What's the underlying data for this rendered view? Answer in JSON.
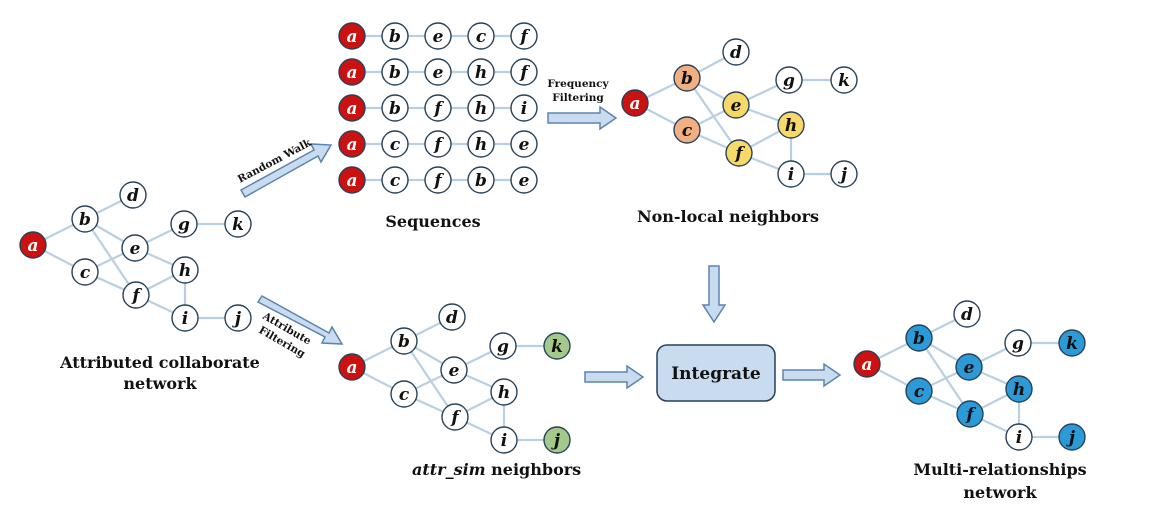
{
  "colors": {
    "seed": "#cc1111",
    "white": "#ffffff",
    "orange": "#f0b084",
    "yellow": "#f7d96a",
    "green": "#a5c98a",
    "blue": "#2b9ad6",
    "box_fill": "#c9dbee",
    "arrow_fill": "#c9dbee",
    "arrow_stroke": "#5b84b1"
  },
  "captions": {
    "attributed_line1": "Attributed collaborate",
    "attributed_line2": "network",
    "sequences": "Sequences",
    "nonlocal": "Non-local neighbors",
    "attr_sim_italic": "attr_sim",
    "attr_sim_rest": " neighbors",
    "multi_line1": "Multi-relationships",
    "multi_line2": "network"
  },
  "arrow_labels": {
    "random_walk": "Random Walk",
    "frequency_line1": "Frequency",
    "frequency_line2": "Filtering",
    "attribute_line1": "Attribute",
    "attribute_line2": "Filtering"
  },
  "integrate_box": {
    "label": "Integrate"
  },
  "graphs": {
    "attributed": {
      "nodes": [
        {
          "id": "a",
          "color": "seed"
        },
        {
          "id": "b",
          "color": "white"
        },
        {
          "id": "c",
          "color": "white"
        },
        {
          "id": "d",
          "color": "white"
        },
        {
          "id": "e",
          "color": "white"
        },
        {
          "id": "f",
          "color": "white"
        },
        {
          "id": "g",
          "color": "white"
        },
        {
          "id": "h",
          "color": "white"
        },
        {
          "id": "i",
          "color": "white"
        },
        {
          "id": "j",
          "color": "white"
        },
        {
          "id": "k",
          "color": "white"
        }
      ]
    },
    "nonlocal": {
      "nodes": [
        {
          "id": "a",
          "color": "seed"
        },
        {
          "id": "b",
          "color": "orange"
        },
        {
          "id": "c",
          "color": "orange"
        },
        {
          "id": "d",
          "color": "white"
        },
        {
          "id": "e",
          "color": "yellow"
        },
        {
          "id": "f",
          "color": "yellow"
        },
        {
          "id": "g",
          "color": "white"
        },
        {
          "id": "h",
          "color": "yellow"
        },
        {
          "id": "i",
          "color": "white"
        },
        {
          "id": "j",
          "color": "white"
        },
        {
          "id": "k",
          "color": "white"
        }
      ]
    },
    "attr_sim": {
      "nodes": [
        {
          "id": "a",
          "color": "seed"
        },
        {
          "id": "b",
          "color": "white"
        },
        {
          "id": "c",
          "color": "white"
        },
        {
          "id": "d",
          "color": "white"
        },
        {
          "id": "e",
          "color": "white"
        },
        {
          "id": "f",
          "color": "white"
        },
        {
          "id": "g",
          "color": "white"
        },
        {
          "id": "h",
          "color": "white"
        },
        {
          "id": "i",
          "color": "white"
        },
        {
          "id": "j",
          "color": "green"
        },
        {
          "id": "k",
          "color": "green"
        }
      ]
    },
    "multi": {
      "nodes": [
        {
          "id": "a",
          "color": "seed"
        },
        {
          "id": "b",
          "color": "blue"
        },
        {
          "id": "c",
          "color": "blue"
        },
        {
          "id": "d",
          "color": "white"
        },
        {
          "id": "e",
          "color": "blue"
        },
        {
          "id": "f",
          "color": "blue"
        },
        {
          "id": "g",
          "color": "white"
        },
        {
          "id": "h",
          "color": "blue"
        },
        {
          "id": "i",
          "color": "white"
        },
        {
          "id": "j",
          "color": "blue"
        },
        {
          "id": "k",
          "color": "blue"
        }
      ]
    }
  },
  "edges": [
    [
      "a",
      "b"
    ],
    [
      "a",
      "c"
    ],
    [
      "b",
      "d"
    ],
    [
      "b",
      "e"
    ],
    [
      "b",
      "f"
    ],
    [
      "c",
      "e"
    ],
    [
      "c",
      "f"
    ],
    [
      "e",
      "g"
    ],
    [
      "g",
      "k"
    ],
    [
      "e",
      "h"
    ],
    [
      "f",
      "h"
    ],
    [
      "h",
      "i"
    ],
    [
      "f",
      "i"
    ],
    [
      "i",
      "j"
    ]
  ],
  "sequences": [
    [
      "a",
      "b",
      "e",
      "c",
      "f"
    ],
    [
      "a",
      "b",
      "e",
      "h",
      "f"
    ],
    [
      "a",
      "b",
      "f",
      "h",
      "i"
    ],
    [
      "a",
      "c",
      "f",
      "h",
      "e"
    ],
    [
      "a",
      "c",
      "f",
      "b",
      "e"
    ]
  ]
}
